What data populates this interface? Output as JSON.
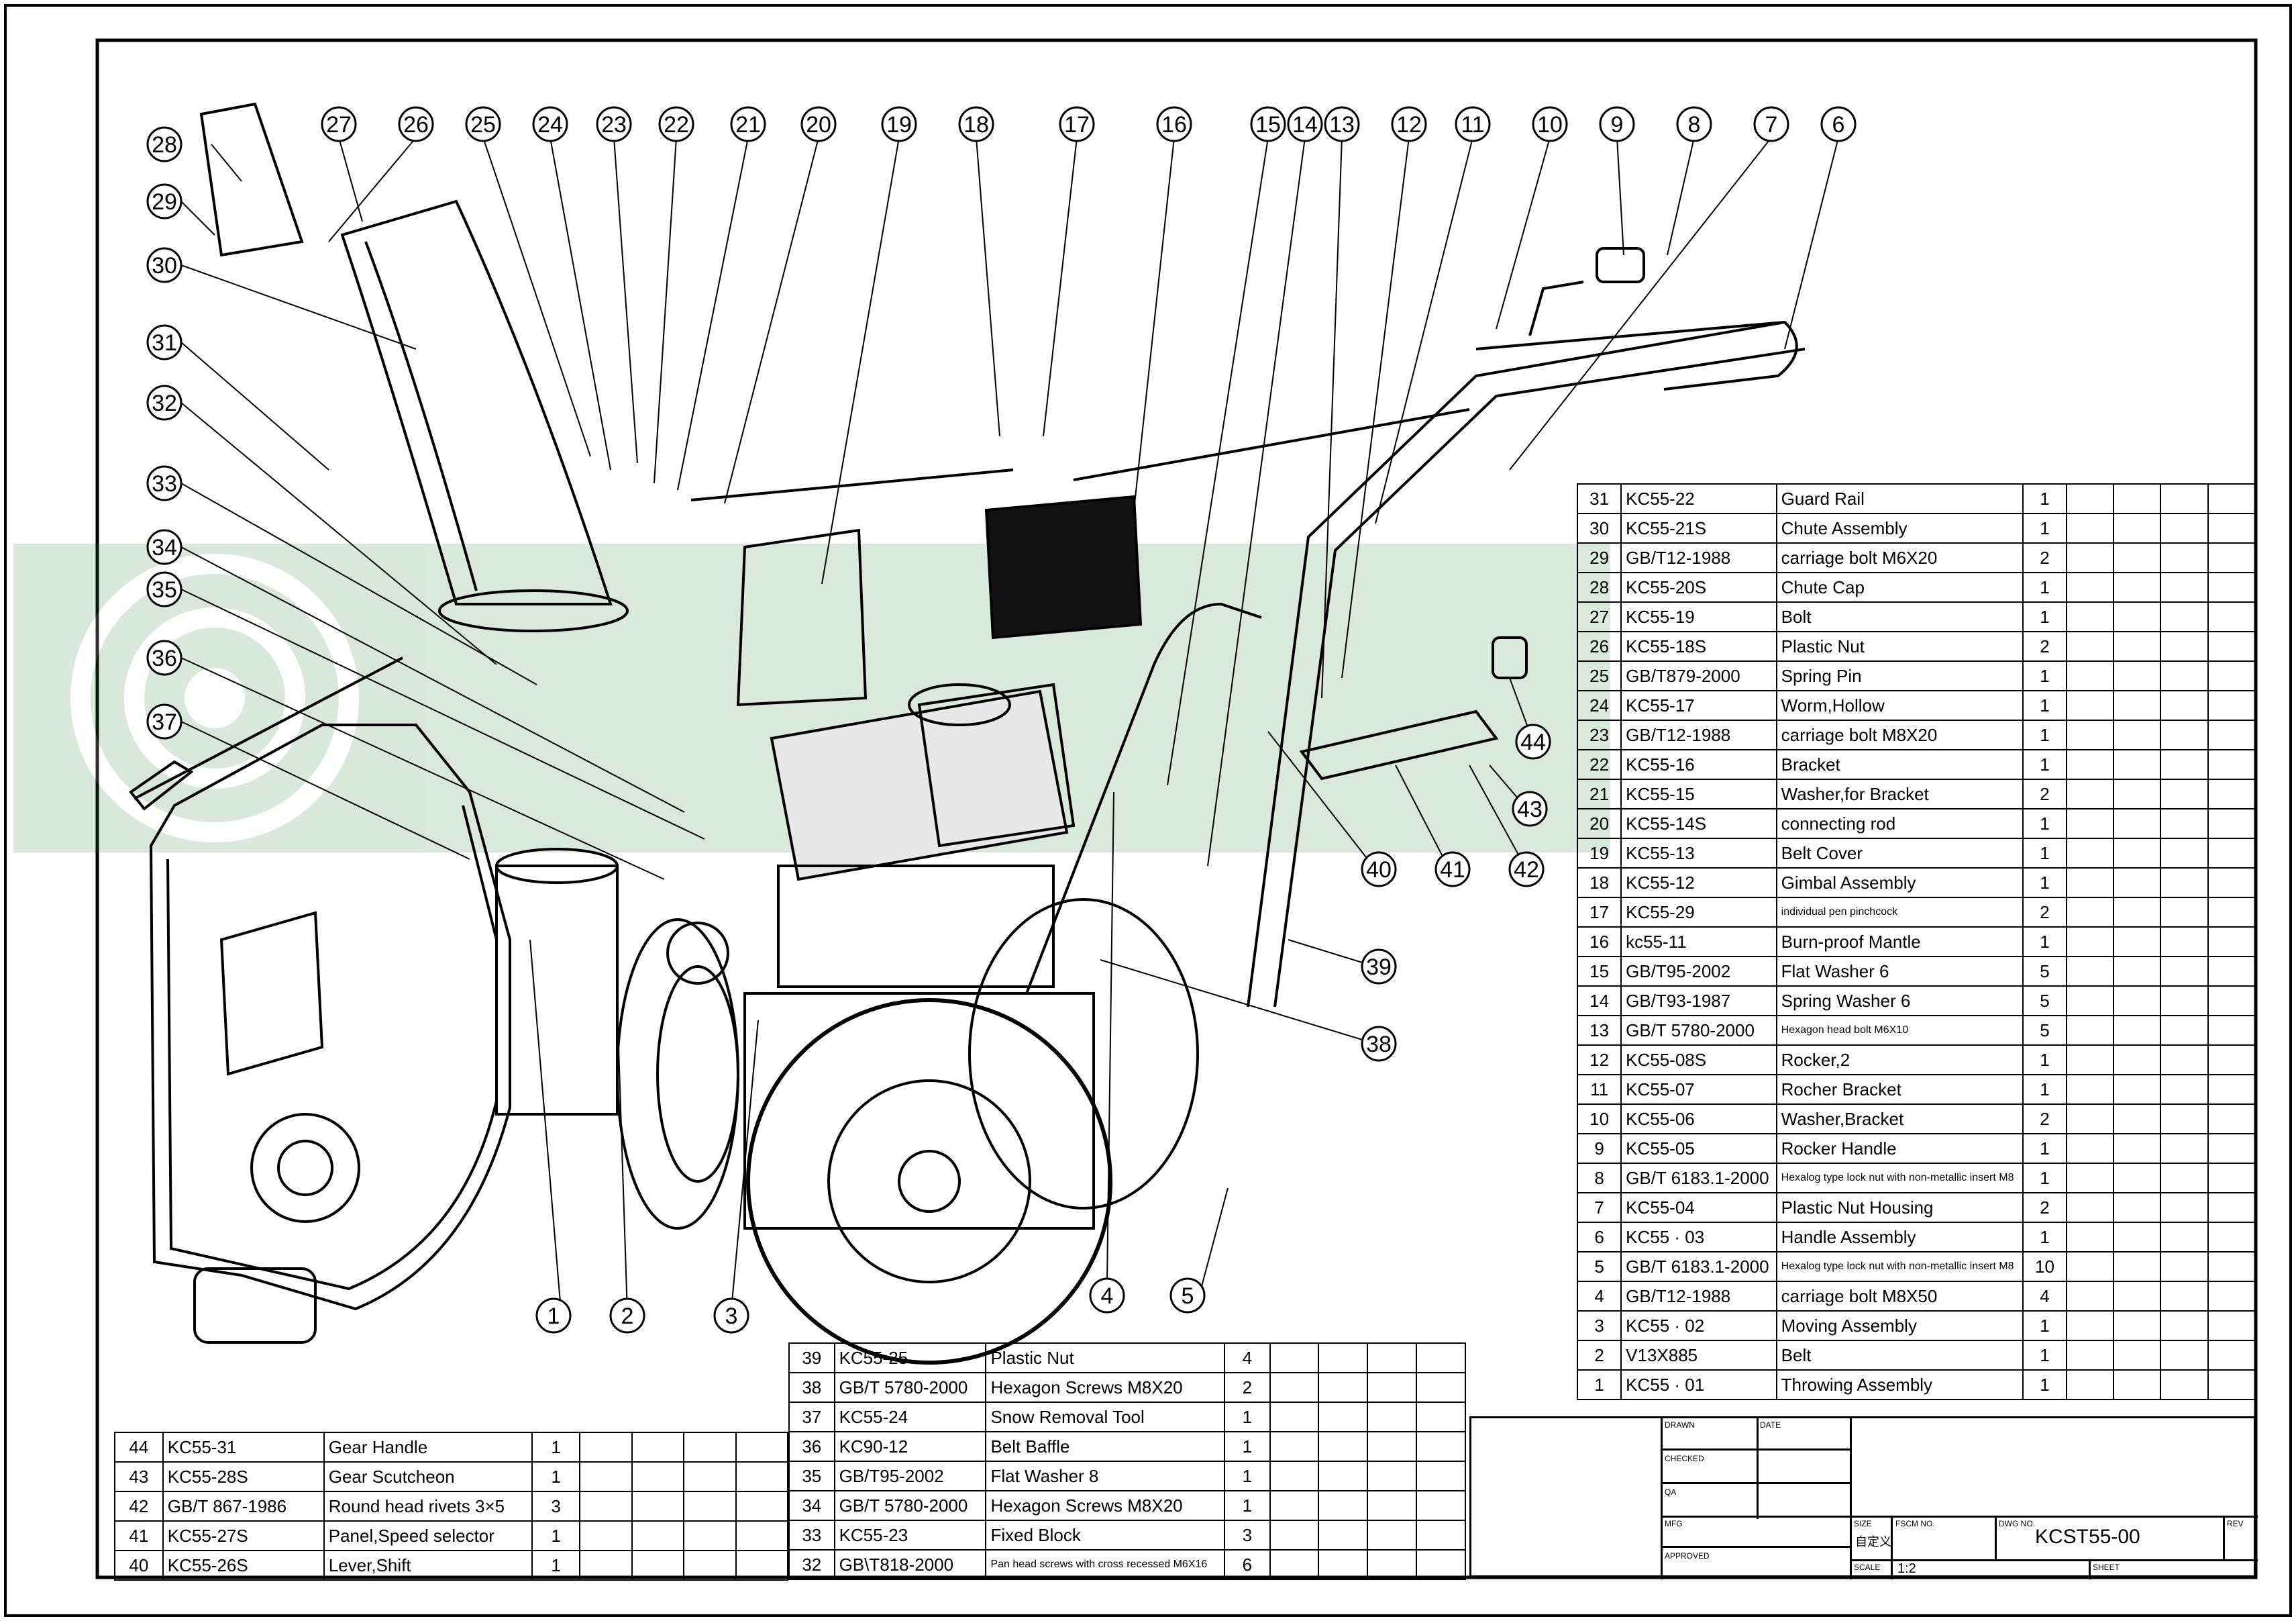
{
  "callouts": [
    "1",
    "2",
    "3",
    "4",
    "5",
    "6",
    "7",
    "8",
    "9",
    "10",
    "11",
    "12",
    "13",
    "14",
    "15",
    "16",
    "17",
    "18",
    "19",
    "20",
    "21",
    "22",
    "23",
    "24",
    "25",
    "26",
    "27",
    "28",
    "29",
    "30",
    "31",
    "32",
    "33",
    "34",
    "35",
    "36",
    "37",
    "38",
    "39",
    "40",
    "41",
    "42",
    "43",
    "44"
  ],
  "parts_right": [
    {
      "no": "31",
      "code": "KC55-22",
      "desc": "Guard Rail",
      "qty": "1"
    },
    {
      "no": "30",
      "code": "KC55-21S",
      "desc": "Chute Assembly",
      "qty": "1"
    },
    {
      "no": "29",
      "code": "GB/T12-1988",
      "desc": "carriage bolt M6X20",
      "qty": "2"
    },
    {
      "no": "28",
      "code": "KC55-20S",
      "desc": "Chute Cap",
      "qty": "1"
    },
    {
      "no": "27",
      "code": "KC55-19",
      "desc": "Bolt",
      "qty": "1"
    },
    {
      "no": "26",
      "code": "KC55-18S",
      "desc": "Plastic Nut",
      "qty": "2"
    },
    {
      "no": "25",
      "code": "GB/T879-2000",
      "desc": "Spring Pin",
      "qty": "1"
    },
    {
      "no": "24",
      "code": "KC55-17",
      "desc": "Worm,Hollow",
      "qty": "1"
    },
    {
      "no": "23",
      "code": "GB/T12-1988",
      "desc": "carriage bolt M8X20",
      "qty": "1"
    },
    {
      "no": "22",
      "code": "KC55-16",
      "desc": "Bracket",
      "qty": "1"
    },
    {
      "no": "21",
      "code": "KC55-15",
      "desc": "Washer,for Bracket",
      "qty": "2"
    },
    {
      "no": "20",
      "code": "KC55-14S",
      "desc": "connecting rod",
      "qty": "1"
    },
    {
      "no": "19",
      "code": "KC55-13",
      "desc": "Belt Cover",
      "qty": "1"
    },
    {
      "no": "18",
      "code": "KC55-12",
      "desc": "Gimbal Assembly",
      "qty": "1"
    },
    {
      "no": "17",
      "code": "KC55-29",
      "desc": "individual pen pinchcock",
      "qty": "2"
    },
    {
      "no": "16",
      "code": "kc55-11",
      "desc": "Burn-proof Mantle",
      "qty": "1"
    },
    {
      "no": "15",
      "code": "GB/T95-2002",
      "desc": "Flat Washer 6",
      "qty": "5"
    },
    {
      "no": "14",
      "code": "GB/T93-1987",
      "desc": "Spring Washer 6",
      "qty": "5"
    },
    {
      "no": "13",
      "code": "GB/T 5780-2000",
      "desc": "Hexagon head bolt M6X10",
      "qty": "5"
    },
    {
      "no": "12",
      "code": "KC55-08S",
      "desc": "Rocker,2",
      "qty": "1"
    },
    {
      "no": "11",
      "code": "KC55-07",
      "desc": "Rocher Bracket",
      "qty": "1"
    },
    {
      "no": "10",
      "code": "KC55-06",
      "desc": "Washer,Bracket",
      "qty": "2"
    },
    {
      "no": "9",
      "code": "KC55-05",
      "desc": "Rocker Handle",
      "qty": "1"
    },
    {
      "no": "8",
      "code": "GB/T 6183.1-2000",
      "desc": "Hexalog type lock nut with non-metallic insert M8",
      "qty": "1"
    },
    {
      "no": "7",
      "code": "KC55-04",
      "desc": "Plastic Nut Housing",
      "qty": "2"
    },
    {
      "no": "6",
      "code": "KC55 · 03",
      "desc": "Handle Assembly",
      "qty": "1"
    },
    {
      "no": "5",
      "code": "GB/T 6183.1-2000",
      "desc": "Hexalog type lock nut with non-metallic insert M8",
      "qty": "10"
    },
    {
      "no": "4",
      "code": "GB/T12-1988",
      "desc": "carriage bolt M8X50",
      "qty": "4"
    },
    {
      "no": "3",
      "code": "KC55 · 02",
      "desc": "Moving Assembly",
      "qty": "1"
    },
    {
      "no": "2",
      "code": "V13X885",
      "desc": "Belt",
      "qty": "1"
    },
    {
      "no": "1",
      "code": "KC55 · 01",
      "desc": "Throwing Assembly",
      "qty": "1"
    }
  ],
  "parts_mid": [
    {
      "no": "39",
      "code": "KC55-25",
      "desc": "Plastic Nut",
      "qty": "4"
    },
    {
      "no": "38",
      "code": "GB/T 5780-2000",
      "desc": "Hexagon Screws M8X20",
      "qty": "2"
    },
    {
      "no": "37",
      "code": "KC55-24",
      "desc": "Snow Removal Tool",
      "qty": "1"
    },
    {
      "no": "36",
      "code": "KC90-12",
      "desc": "Belt Baffle",
      "qty": "1"
    },
    {
      "no": "35",
      "code": "GB/T95-2002",
      "desc": "Flat Washer 8",
      "qty": "1"
    },
    {
      "no": "34",
      "code": "GB/T 5780-2000",
      "desc": "Hexagon Screws M8X20",
      "qty": "1"
    },
    {
      "no": "33",
      "code": "KC55-23",
      "desc": "Fixed Block",
      "qty": "3"
    },
    {
      "no": "32",
      "code": "GB\\T818-2000",
      "desc": "Pan head screws with cross recessed M6X16",
      "qty": "6"
    }
  ],
  "parts_left": [
    {
      "no": "44",
      "code": "KC55-31",
      "desc": "Gear Handle",
      "qty": "1"
    },
    {
      "no": "43",
      "code": "KC55-28S",
      "desc": "Gear Scutcheon",
      "qty": "1"
    },
    {
      "no": "42",
      "code": "GB/T 867-1986",
      "desc": "Round head rivets 3×5",
      "qty": "3"
    },
    {
      "no": "41",
      "code": "KC55-27S",
      "desc": "Panel,Speed selector",
      "qty": "1"
    },
    {
      "no": "40",
      "code": "KC55-26S",
      "desc": "Lever,Shift",
      "qty": "1"
    }
  ],
  "title_block": {
    "drawn": "DRAWN",
    "date": "DATE",
    "checked": "CHECKED",
    "qa": "QA",
    "mfg": "MFG",
    "approved": "APPROVED",
    "size": "SIZE",
    "size_val": "自定义",
    "fscm": "FSCM NO.",
    "dwg": "DWG NO.",
    "dwg_val": "KCST55-00",
    "rev": "REV",
    "scale": "SCALE",
    "scale_val": "1:2",
    "sheet": "SHEET"
  },
  "watermark_color": "#2e8b3e"
}
